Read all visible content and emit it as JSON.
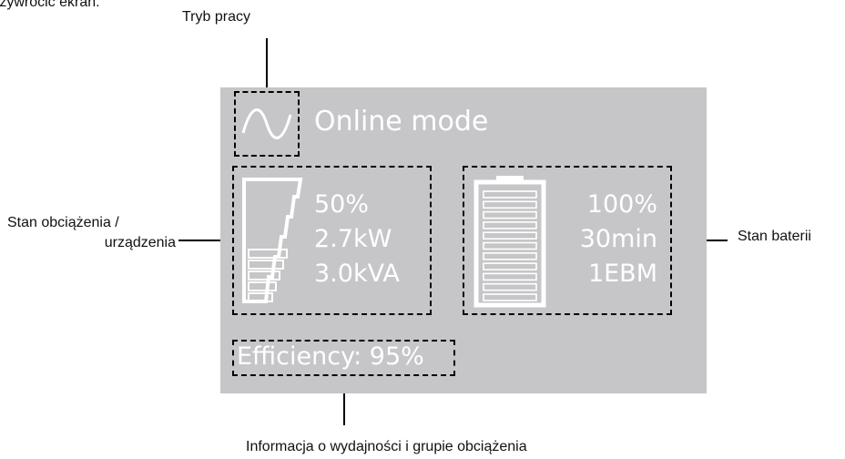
{
  "top_cut_text": "rzywrócić ekran.",
  "callouts": {
    "mode": "Tryb pracy",
    "load_line1": "Stan obciążenia /",
    "load_line2": "urządzenia",
    "battery": "Stan baterii",
    "efficiency": "Informacja o wydajności i grupie obciążenia"
  },
  "display": {
    "mode_icon": "sine-wave-icon",
    "mode_text": "Online mode",
    "load": {
      "percent": "50%",
      "power_kw": "2.7kW",
      "power_kva": "3.0kVA",
      "level": 0.5
    },
    "battery": {
      "percent": "100%",
      "runtime": "30min",
      "ebm": "1EBM",
      "level": 1.0
    },
    "efficiency": "Efficiency: 95%"
  },
  "colors": {
    "screen_bg": "#c6c6c8",
    "lcd_text": "#ffffff",
    "callout_lines": "#000000"
  }
}
